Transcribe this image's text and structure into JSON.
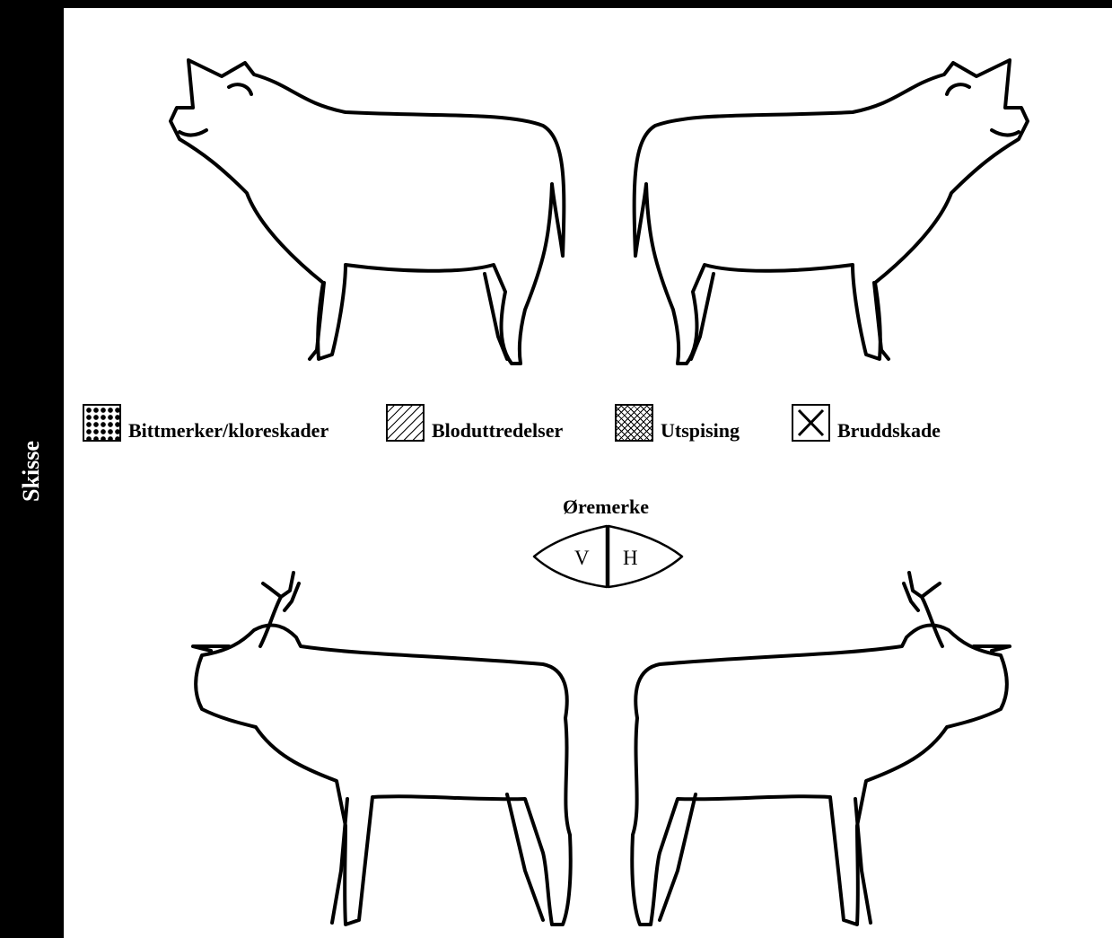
{
  "sidebar": {
    "label": "Skisse"
  },
  "legend": [
    {
      "label": "Bittmerker/kloreskader",
      "icon": "dots-pattern-icon"
    },
    {
      "label": "Bloduttredelser",
      "icon": "hatch-pattern-icon"
    },
    {
      "label": "Utspising",
      "icon": "crosshatch-pattern-icon"
    },
    {
      "label": "Bruddskade",
      "icon": "x-box-icon"
    }
  ],
  "ear_mark": {
    "title": "Øremerke",
    "left": "V",
    "right": "H"
  }
}
